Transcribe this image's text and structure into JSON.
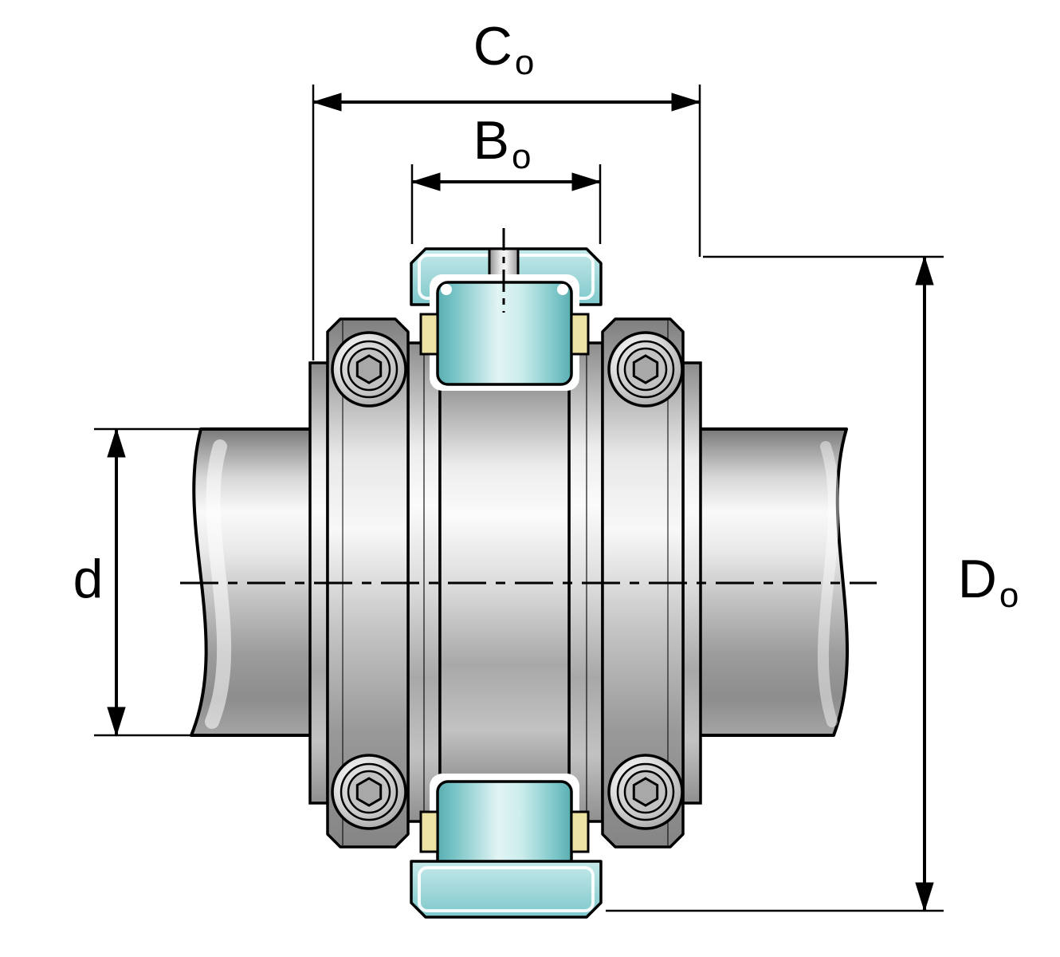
{
  "labels": {
    "co": {
      "text": "C",
      "sub": "o"
    },
    "bo": {
      "text": "B",
      "sub": "o"
    },
    "d": {
      "text": "d",
      "sub": ""
    },
    "do": {
      "text": "D",
      "sub": "o"
    }
  },
  "colors": {
    "teal_light": "#a6dadc",
    "teal_mid": "#7cc6c8",
    "teal_dark": "#58aeb2",
    "cage_yellow": "#ece2a4",
    "metal_light": "#f8f8f8",
    "metal_dark": "#8a8a8a",
    "outline": "#000000",
    "background": "#ffffff"
  }
}
